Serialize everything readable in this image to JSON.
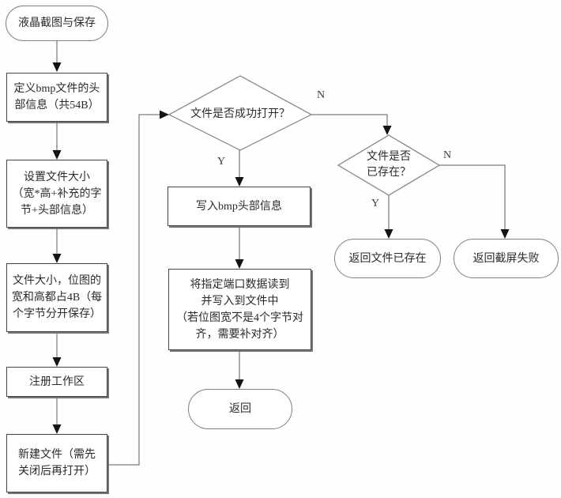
{
  "nodes": {
    "start": {
      "type": "terminator",
      "label": "液晶截图与保存"
    },
    "define_header": {
      "type": "process",
      "label": "定义bmp文件的头\n部信息（共54B）"
    },
    "set_size": {
      "type": "process",
      "label": "设置文件大小\n（宽*高+补充的字\n节+头部信息）"
    },
    "file_size": {
      "type": "process",
      "label": "文件大小，位图的\n宽和高都占4B（每\n个字节分开保存）"
    },
    "register": {
      "type": "process",
      "label": "注册工作区"
    },
    "new_file": {
      "type": "process",
      "label": "新建文件（需先\n关闭后再打开）"
    },
    "open_ok": {
      "type": "decision",
      "label": "文件是否成功打开？"
    },
    "write_header": {
      "type": "process",
      "label": "写入bmp头部信息"
    },
    "write_data": {
      "type": "process",
      "label": "将指定端口数据读到\n并写入到文件中\n（若位图宽不是4个字节对\n齐，需要补对齐）"
    },
    "return_ok": {
      "type": "terminator",
      "label": "返回"
    },
    "file_exists": {
      "type": "decision",
      "label": "文件是否\n已存在？"
    },
    "return_exists": {
      "type": "terminator",
      "label": "返回文件已存在"
    },
    "return_fail": {
      "type": "terminator",
      "label": "返回截屏失败"
    }
  },
  "edge_labels": {
    "open_no": "N",
    "open_yes": "Y",
    "exists_no": "N",
    "exists_yes": "Y"
  },
  "colors": {
    "background": "#fefefe",
    "line": "#7f7f7f",
    "arrowhead": "#141414",
    "box_border": "#444444",
    "shape_border": "#7f7f7f",
    "text": "#2a2a2a"
  }
}
